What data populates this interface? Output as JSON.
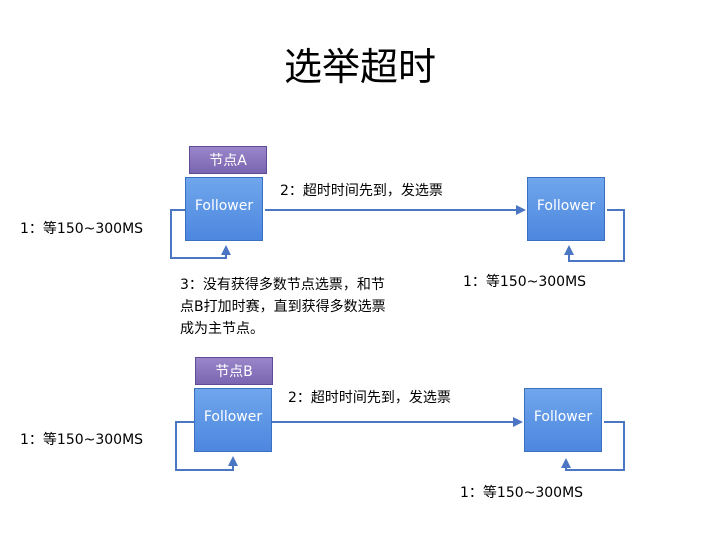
{
  "title": "选举超时",
  "top": {
    "tag": "节点A",
    "left_node": "Follower",
    "right_node": "Follower",
    "left_timeout": "1：等150~300MS",
    "right_timeout": "1：等150~300MS",
    "arrow_label": "2：超时时间先到，发选票",
    "note": "3：没有获得多数节点选票，和节点B打加时赛，直到获得多数选票成为主节点。"
  },
  "bottom": {
    "tag": "节点B",
    "left_node": "Follower",
    "right_node": "Follower",
    "left_timeout": "1：等150~300MS",
    "right_timeout": "1：等150~300MS",
    "arrow_label": "2：超时时间先到，发选票"
  },
  "colors": {
    "node_fill": "#4d87df",
    "tag_fill": "#7a65b1",
    "arrow": "#4a76c4"
  }
}
